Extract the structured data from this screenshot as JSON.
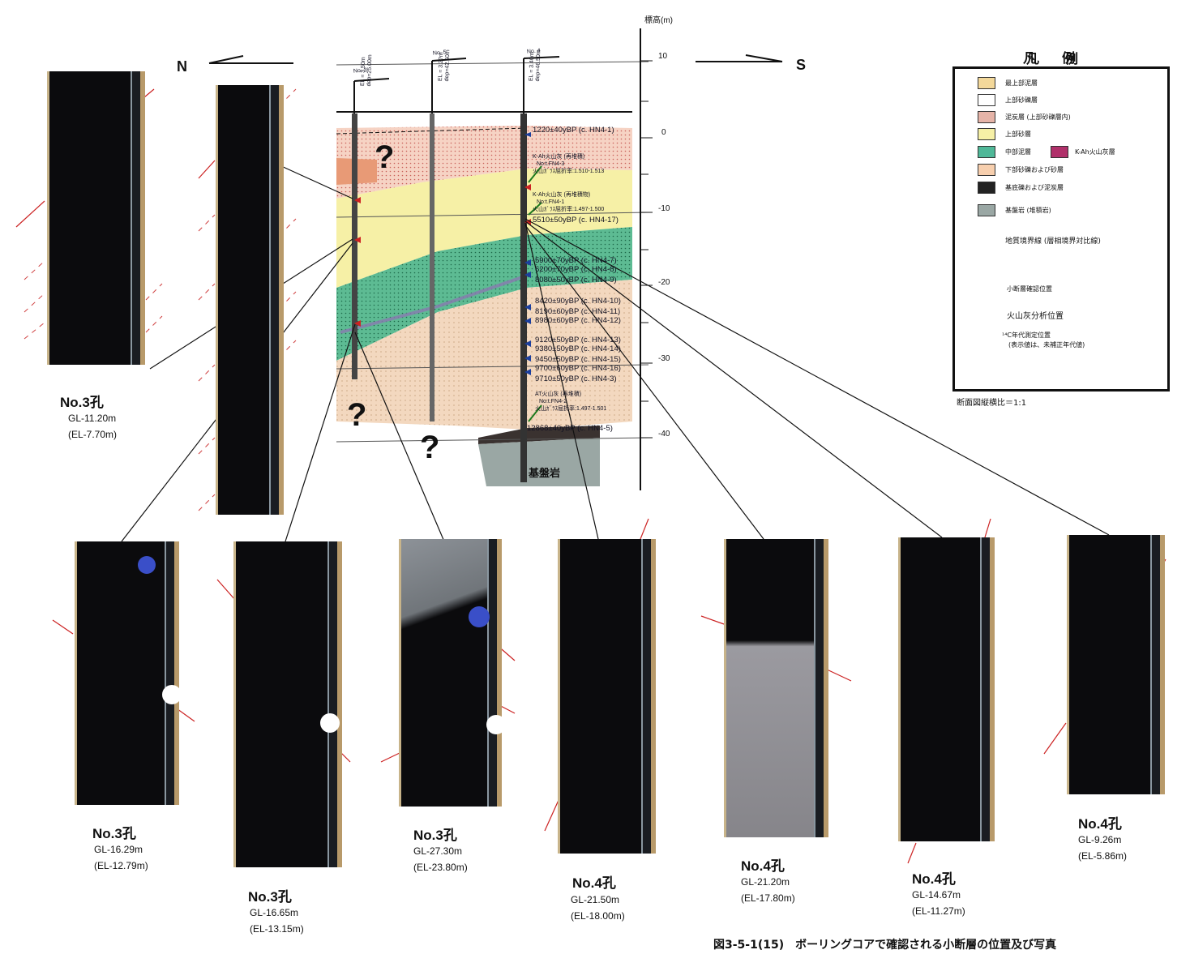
{
  "directions": {
    "north": "N",
    "south": "S"
  },
  "scale": {
    "title": "標高(m)",
    "ticks": [
      "10",
      "0",
      "-10",
      "-20",
      "-30",
      "-40"
    ]
  },
  "boreholes": [
    {
      "id": "No. 3",
      "info": "EL = 3.50m\ndep=25.00m"
    },
    {
      "id": "No. 5",
      "info": "EL = 3.2?m\ndep=42.50m"
    },
    {
      "id": "No. 4",
      "info": "EL = 3.40m\ndep=46.50m"
    }
  ],
  "section_labels": {
    "question": "?",
    "basement": "基盤岩"
  },
  "annotations": [
    {
      "text": "1220±40yBP (c. HN4-1)"
    },
    {
      "text": "K-Ah火山灰 (再堆積)"
    },
    {
      "text": "No:t.FN4-3"
    },
    {
      "text": "火山ｶﾞﾗｽ屈折率:1.510-1.513"
    },
    {
      "text": "K-Ah火山灰 (再堆積物)"
    },
    {
      "text": "No:t.FN4-1"
    },
    {
      "text": "火山ｶﾞﾗｽ屈折率:1.497-1.500"
    },
    {
      "text": "5510±50yBP (c. HN4-17)"
    },
    {
      "text": "5900±70yBP (c. HN4-7)"
    },
    {
      "text": "6200±70yBP (c. HN4-8)"
    },
    {
      "text": "8080±50yBP (c. HN4-9)"
    },
    {
      "text": "8420±90yBP (c. HN4-10)"
    },
    {
      "text": "8190±60yBP (c. HN4-11)"
    },
    {
      "text": "8980±60yBP (c. HN4-12)"
    },
    {
      "text": "9120±50yBP (c. HN4-13)"
    },
    {
      "text": "9380±50yBP (c. HN4-14)"
    },
    {
      "text": "9450±50yBP (c. HN4-15)"
    },
    {
      "text": "9700±60yBP (c. HN4-16)"
    },
    {
      "text": "9710±50yBP (c. HN4-3)"
    },
    {
      "text": "AT火山灰 (再堆積)"
    },
    {
      "text": "No:t.FN4-2"
    },
    {
      "text": "火山ｶﾞﾗｽ屈折率:1.497-1.501"
    },
    {
      "text": "12868±40yBP (c. HN4-5)"
    }
  ],
  "legend": {
    "title": "凡　　例",
    "items": [
      {
        "label": "最上部泥層",
        "color": "#f3d89a"
      },
      {
        "label": "上部砂礫層",
        "color": "#ffffff"
      },
      {
        "label": "泥炭層 (上部砂礫層内)",
        "color": "#e6b4a8"
      },
      {
        "label": "上部砂層",
        "color": "#f6f0a6"
      },
      {
        "label": "中部泥層",
        "color": "#4fb898"
      },
      {
        "label": "K-Ah火山灰層",
        "color": "#b0306a"
      },
      {
        "label": "下部砂礫および砂層",
        "color": "#f7cfae"
      },
      {
        "label": "基底礫および泥炭層",
        "color": "#222222"
      },
      {
        "label": "基盤岩 (堆積岩)",
        "color": "#9aa7a4"
      }
    ],
    "line_label": "地質境界線 (層相境界対比線)",
    "symbols": [
      {
        "label": "小断層確認位置",
        "color": "#cc2222"
      },
      {
        "label": "火山灰分析位置",
        "color": "#1e7a1e"
      },
      {
        "label": "¹⁴C年代測定位置",
        "color": "#1c3f9e"
      },
      {
        "label": "(表示値は、未補正年代値)",
        "color": "#111111"
      }
    ],
    "ratio": "断面図縦横比＝1:1"
  },
  "core_photos": [
    {
      "hole": "No.3孔",
      "gl": "GL-11.20m",
      "el": "(EL-7.70m)"
    },
    {
      "hole": "No.3孔",
      "gl": "GL-16.29m",
      "el": "(EL-12.79m)"
    },
    {
      "hole": "No.3孔",
      "gl": "GL-16.65m",
      "el": "(EL-13.15m)"
    },
    {
      "hole": "No.3孔",
      "gl": "GL-27.30m",
      "el": "(EL-23.80m)"
    },
    {
      "hole": "No.4孔",
      "gl": "GL-21.50m",
      "el": "(EL-18.00m)"
    },
    {
      "hole": "No.4孔",
      "gl": "GL-21.20m",
      "el": "(EL-17.80m)"
    },
    {
      "hole": "No.4孔",
      "gl": "GL-14.67m",
      "el": "(EL-11.27m)"
    },
    {
      "hole": "No.4孔",
      "gl": "GL-9.26m",
      "el": "(EL-5.86m)"
    }
  ],
  "figure_caption": "図3-5-1(15)　ボーリングコアで確認される小断層の位置及び写真"
}
